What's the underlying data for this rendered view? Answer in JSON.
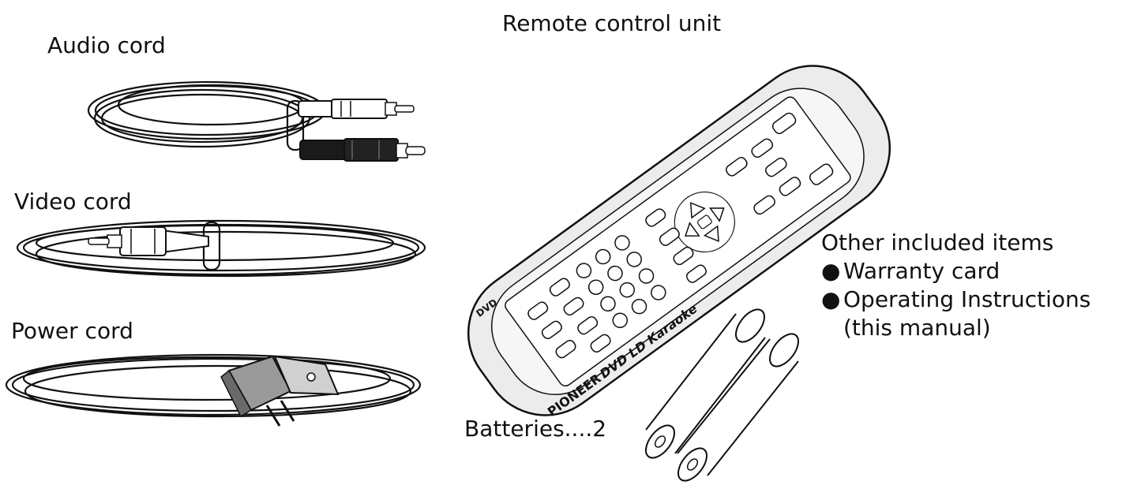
{
  "labels": {
    "audio_cord": "Audio cord",
    "video_cord": "Video cord",
    "power_cord": "Power cord",
    "remote_control": "Remote control unit",
    "batteries": "Batteries....2"
  },
  "other_items": {
    "title": "Other included items",
    "bullet": "●",
    "warranty": "Warranty card",
    "operating_line1": "Operating Instructions",
    "operating_line2": "(this manual)"
  },
  "remote_logo": {
    "brand": "PIONEER",
    "model": "DVD LD Karaoke",
    "format": "DVD"
  }
}
